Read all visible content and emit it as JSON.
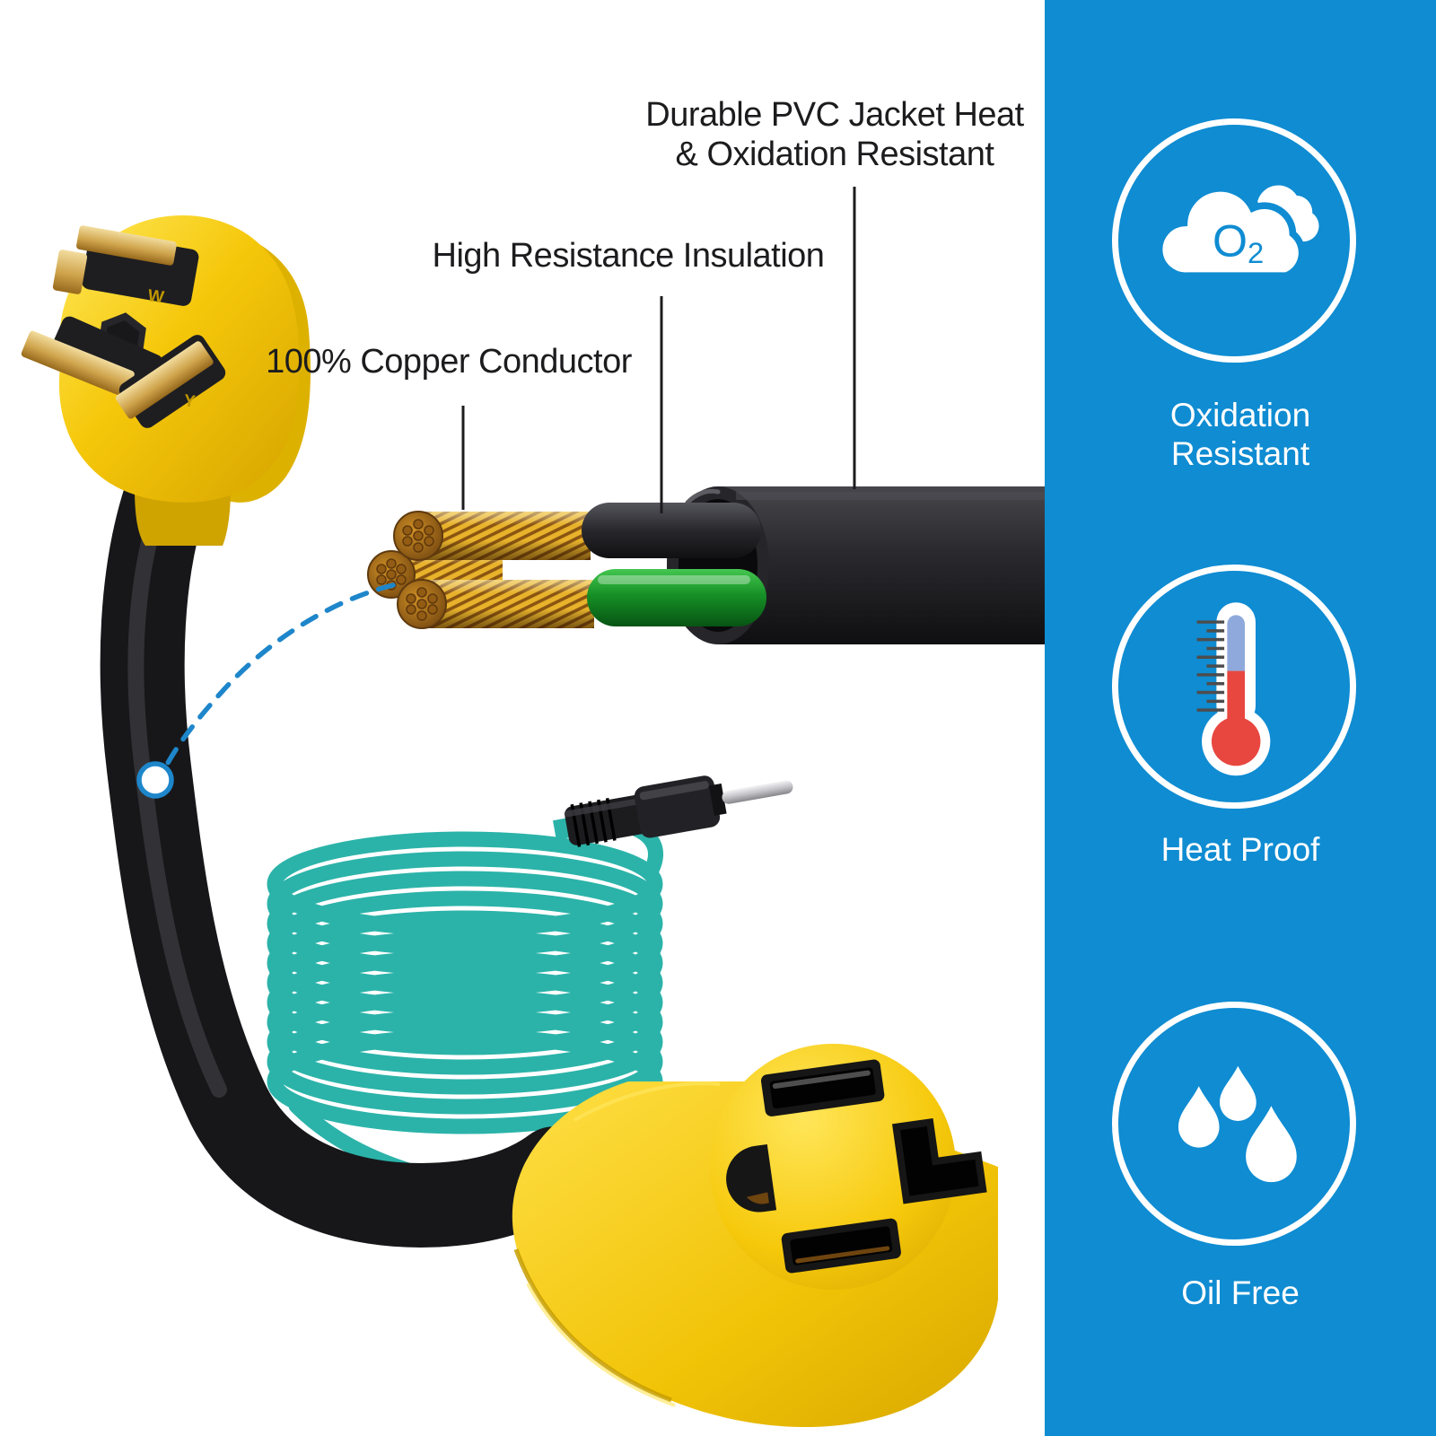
{
  "page": {
    "background": "#ffffff"
  },
  "callouts": [
    {
      "line1": "Durable PVC Jacket Heat",
      "line2": "& Oxidation Resistant"
    },
    {
      "text": "High Resistance Insulation"
    },
    {
      "text": "100% Copper Conductor"
    }
  ],
  "sidebar": {
    "background_color": "#0f8cd2",
    "features": [
      {
        "icon": "oxidation-cloud-o2-icon",
        "icon_text": "O",
        "icon_text_sub": "2",
        "label_line1": "Oxidation",
        "label_line2": "Resistant"
      },
      {
        "icon": "heat-thermometer-icon",
        "label_line1": "Heat Proof"
      },
      {
        "icon": "oil-water-drops-icon",
        "label_line1": "Oil Free"
      }
    ]
  },
  "product": {
    "plug_marking_top": "W",
    "plug_marking_bottom": "Y"
  },
  "colors": {
    "accent_blue": "#0f8cd2",
    "dashed_line_blue": "#1e86ca",
    "plug_yellow": "#f5c70a",
    "receptacle_yellow": "#f6c90c",
    "coil_teal": "#2bb3a9",
    "copper": "#d0912a",
    "ground_green": "#169026",
    "jacket_black": "#1b1b1d",
    "text_dark": "#1c1c1e",
    "icon_red": "#e8473f",
    "icon_tube_blue": "#8fa9dc",
    "brass": "#cfa44c"
  }
}
